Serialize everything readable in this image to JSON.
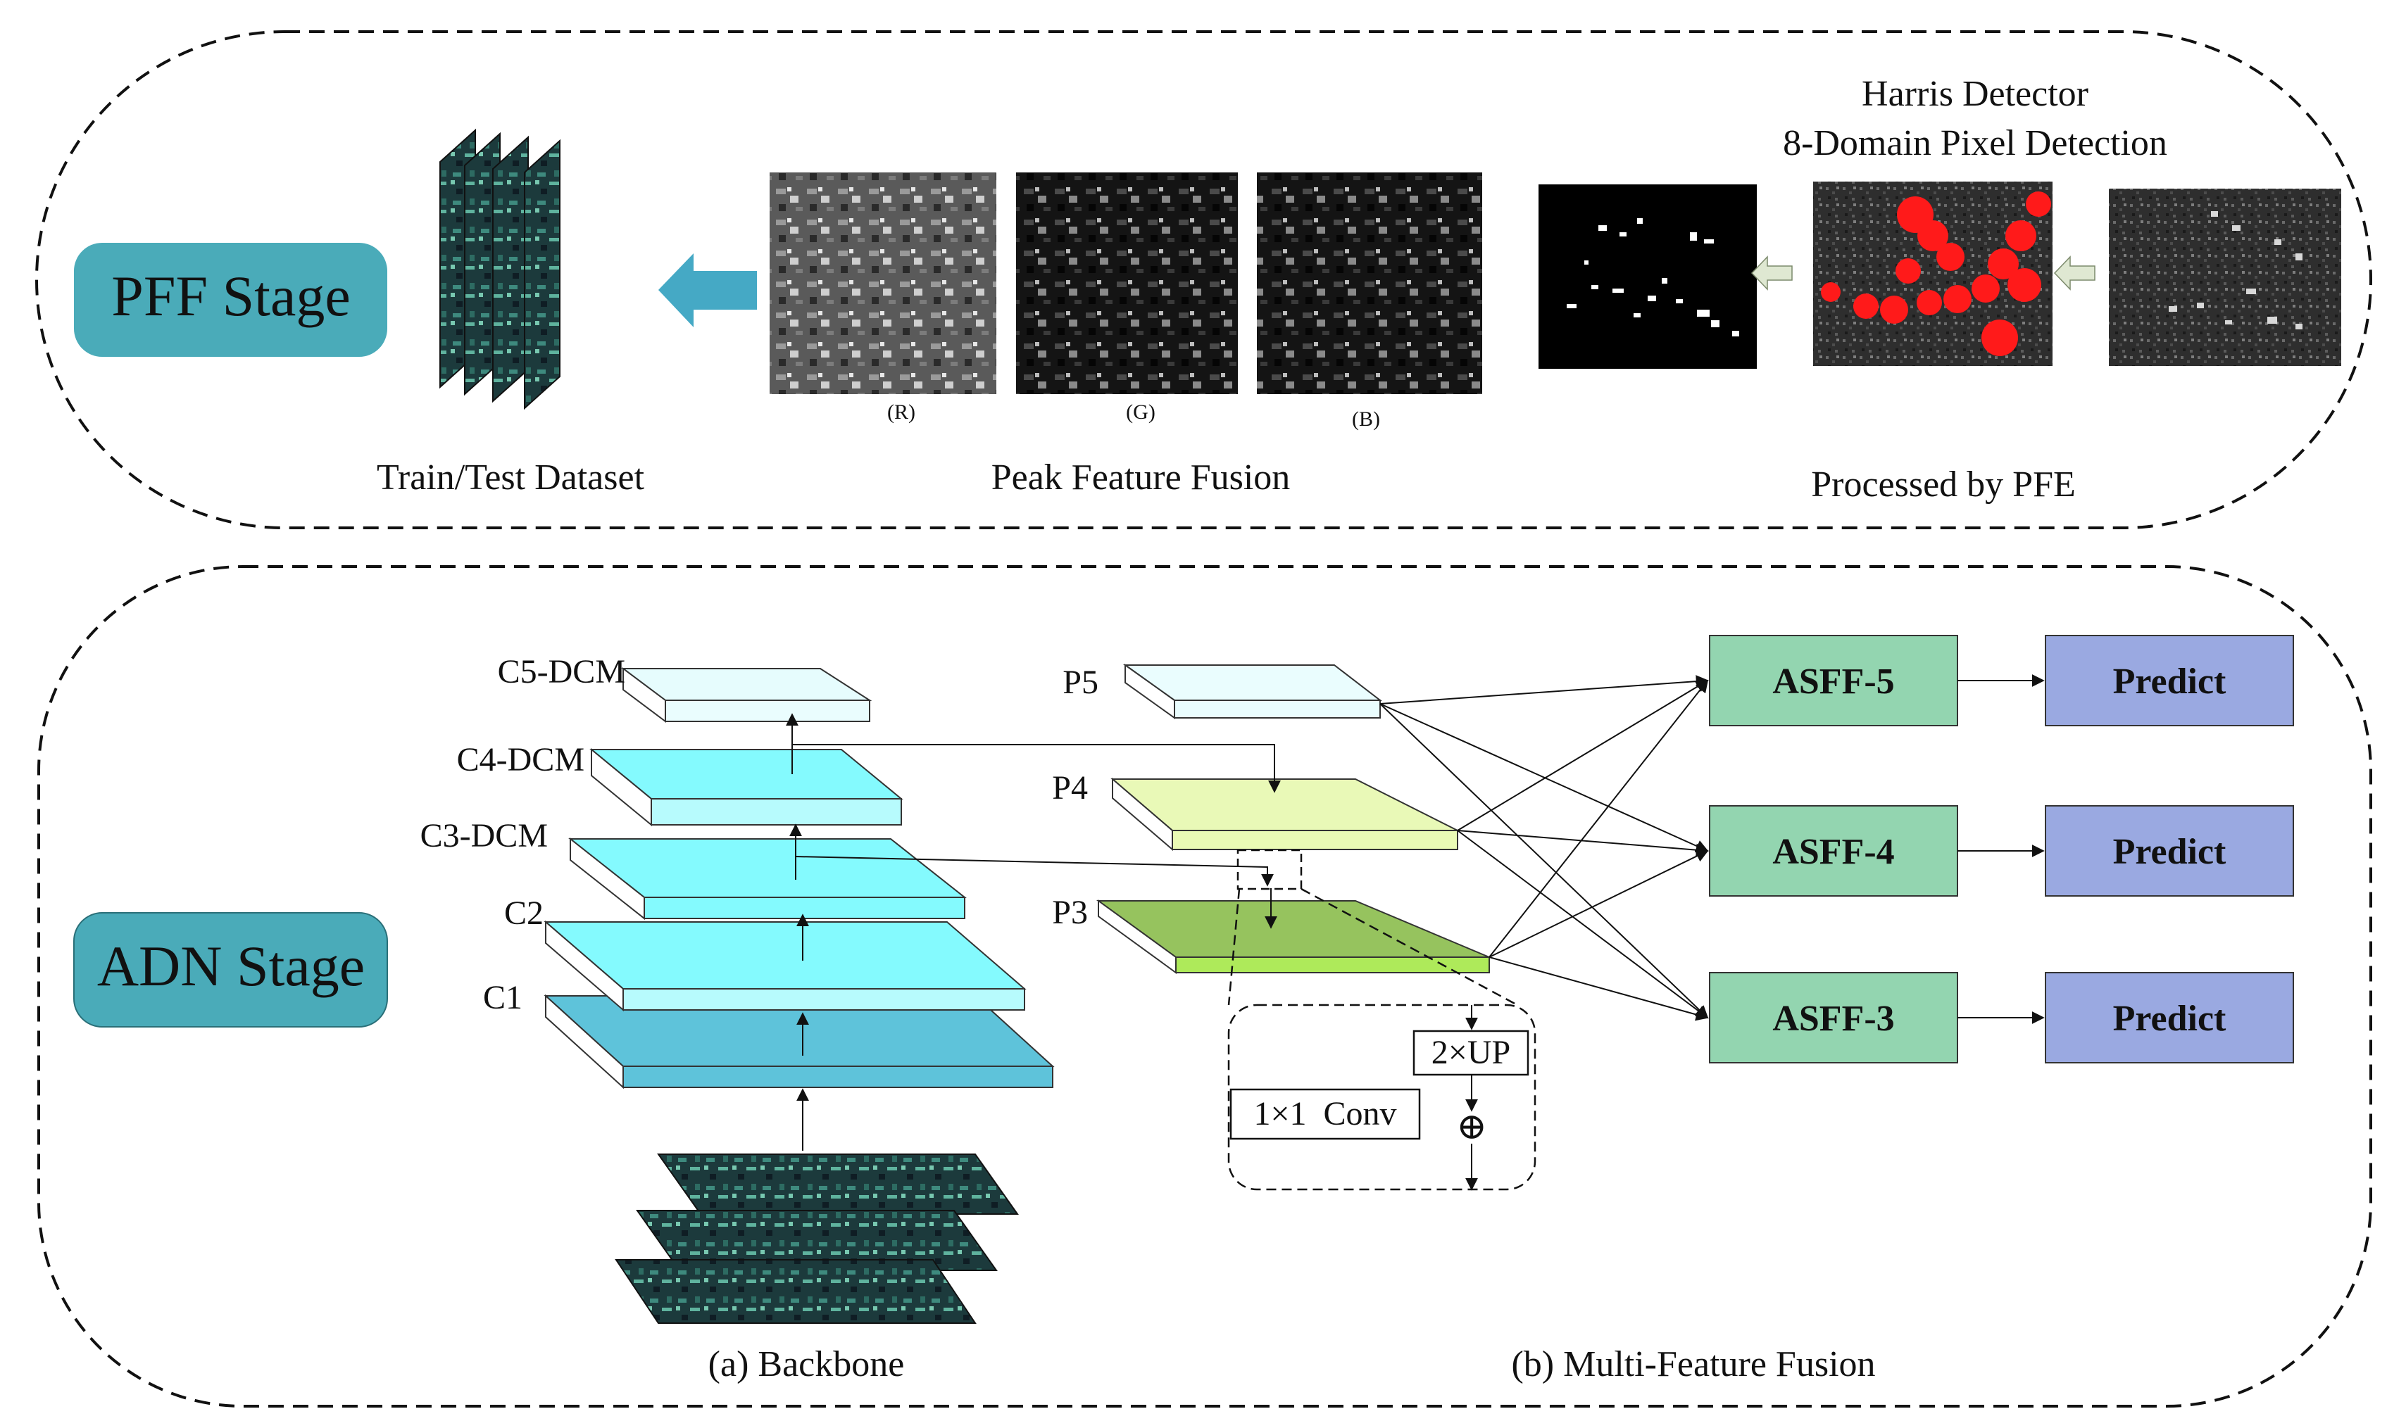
{
  "pff": {
    "stage_label": "PFF Stage",
    "dataset_caption": "Train/Test Dataset",
    "fusion_caption": "Peak Feature Fusion",
    "channel_labels": [
      "(R)",
      "(G)",
      "(B)"
    ],
    "harris_title_line1": "Harris Detector",
    "harris_title_line2": "8-Domain Pixel Detection",
    "pfe_caption": "Processed by PFE"
  },
  "adn": {
    "stage_label": "ADN Stage",
    "backbone_caption": "(a) Backbone",
    "fusion_caption": "(b) Multi-Feature Fusion",
    "backbone_layers": [
      "C5-DCM",
      "C4-DCM",
      "C3-DCM",
      "C2",
      "C1"
    ],
    "pyramid_layers": [
      "P5",
      "P4",
      "P3"
    ],
    "detail": {
      "upsample": "2×UP",
      "conv": "1×1  Conv",
      "sum": "⊕"
    },
    "asff": [
      "ASFF-5",
      "ASFF-4",
      "ASFF-3"
    ],
    "predict": [
      "Predict",
      "Predict",
      "Predict"
    ]
  },
  "colors": {
    "stage_fill": "#4aabb9",
    "asff_fill": "#93d5b0",
    "predict_fill": "#9aa9e1",
    "p4_fill": "#e9f9b7",
    "p3_fill": "#96c35e",
    "arrow_fill": "#45a9c5"
  }
}
